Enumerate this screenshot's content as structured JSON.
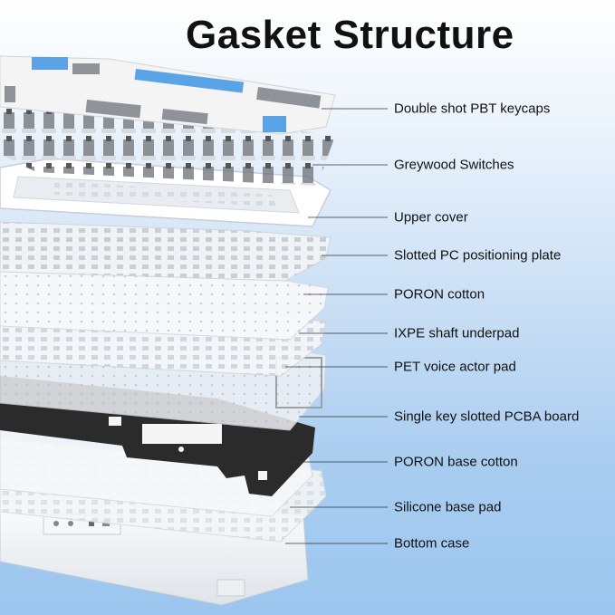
{
  "title": "Gasket Structure",
  "labels": [
    {
      "id": "keycaps",
      "text": "Double shot PBT keycaps"
    },
    {
      "id": "switches",
      "text": "Greywood Switches"
    },
    {
      "id": "upper-cover",
      "text": "Upper cover"
    },
    {
      "id": "plate",
      "text": "Slotted PC positioning plate"
    },
    {
      "id": "poron-cotton",
      "text": "PORON cotton"
    },
    {
      "id": "ixpe-underpad",
      "text": "IXPE shaft underpad"
    },
    {
      "id": "pet-pad",
      "text": "PET voice actor pad"
    },
    {
      "id": "pcba",
      "text": "Single key slotted PCBA board"
    },
    {
      "id": "poron-base",
      "text": "PORON base cotton"
    },
    {
      "id": "silicone-pad",
      "text": "Silicone base pad"
    },
    {
      "id": "bottom-case",
      "text": "Bottom case"
    }
  ],
  "colors": {
    "accent_blue": "#5aa3e6",
    "keycap_grey": "#8e9399",
    "keycap_white": "#f4f4f4",
    "pcba_black": "#2b2b2b"
  }
}
